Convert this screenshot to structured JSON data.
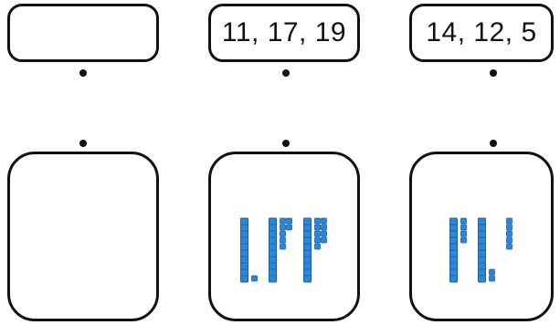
{
  "colors": {
    "outline": "#111111",
    "block_fill": "#2e86d6",
    "block_stroke": "#1a5fa8"
  },
  "columns": [
    {
      "label": "",
      "numbers": []
    },
    {
      "label": "11, 17, 19",
      "numbers": [
        11,
        17,
        19
      ]
    },
    {
      "label": "14, 12, 5",
      "numbers": [
        14,
        12,
        5
      ]
    }
  ]
}
